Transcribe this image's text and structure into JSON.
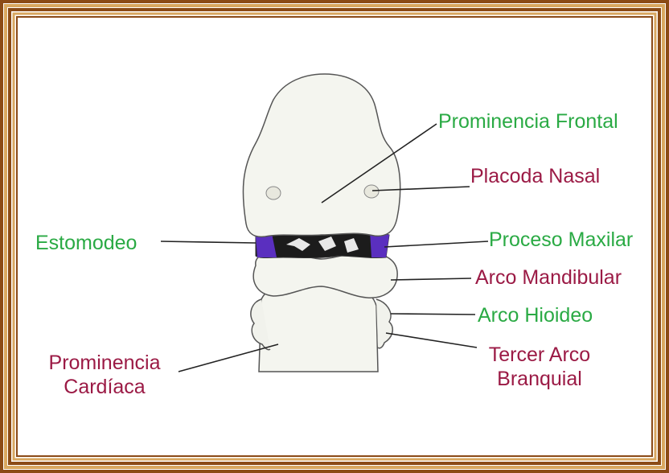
{
  "colors": {
    "frame_brown": "#8b4a16",
    "frame_gold": "#d9a760",
    "label_green": "#2aaa44",
    "label_maroon": "#9b1a45",
    "stomodeum_purple": "#5a2fbf",
    "embryo_fill": "#f4f5ef"
  },
  "labels": {
    "prominencia_frontal": "Prominencia Frontal",
    "placoda_nasal": "Placoda Nasal",
    "estomodeo": "Estomodeo",
    "proceso_maxilar": "Proceso Maxilar",
    "arco_mandibular": "Arco Mandibular",
    "arco_hioideo": "Arco Hioideo",
    "tercer_arco_line1": "Tercer Arco",
    "tercer_arco_line2": "Branquial",
    "prominencia_cardiaca_line1": "Prominencia",
    "prominencia_cardiaca_line2": "Cardíaca"
  }
}
